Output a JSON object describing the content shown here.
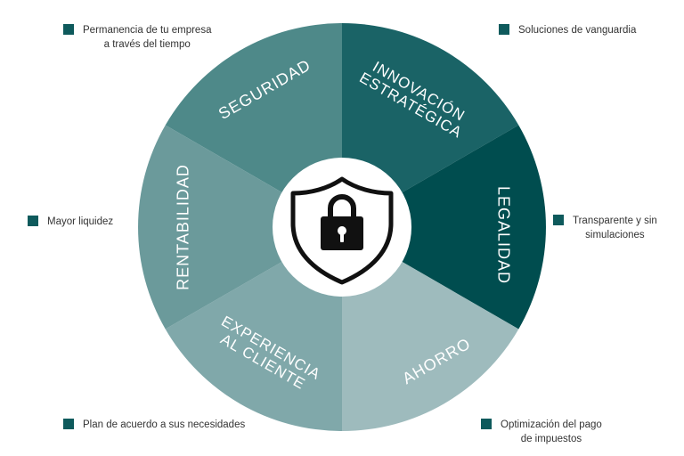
{
  "colors": {
    "seguridad": "#4e8989",
    "innovacion": "#1a6366",
    "legalidad": "#004d4f",
    "ahorro": "#9ebbbd",
    "experiencia": "#80a8aa",
    "rentabilidad": "#6b9a9b",
    "bullet": "#0e5a5c",
    "segment_label": "#ffffff",
    "center_bg": "#ffffff",
    "icon": "#111111"
  },
  "segments": [
    {
      "id": "seguridad",
      "lines": [
        "SEGURIDAD"
      ]
    },
    {
      "id": "innovacion",
      "lines": [
        "INNOVACIÓN",
        "ESTRATÉGICA"
      ]
    },
    {
      "id": "legalidad",
      "lines": [
        "LEGALIDAD"
      ]
    },
    {
      "id": "ahorro",
      "lines": [
        "AHORRO"
      ]
    },
    {
      "id": "experiencia",
      "lines": [
        "EXPERIENCIA",
        "AL CLIENTE"
      ]
    },
    {
      "id": "rentabilidad",
      "lines": [
        "RENTABILIDAD"
      ]
    }
  ],
  "center_icon": "shield-lock-icon",
  "notes": {
    "permanencia": {
      "line1": "Permanencia de tu empresa",
      "line2": "a través del tiempo"
    },
    "vanguardia": {
      "line1": "Soluciones de vanguardia"
    },
    "liquidez": {
      "line1": "Mayor liquidez"
    },
    "transparente": {
      "line1": "Transparente y sin",
      "line2": "simulaciones"
    },
    "plan": {
      "line1": "Plan de acuerdo a sus necesidades"
    },
    "optimizacion": {
      "line1": "Optimización del pago",
      "line2": "de impuestos"
    }
  }
}
